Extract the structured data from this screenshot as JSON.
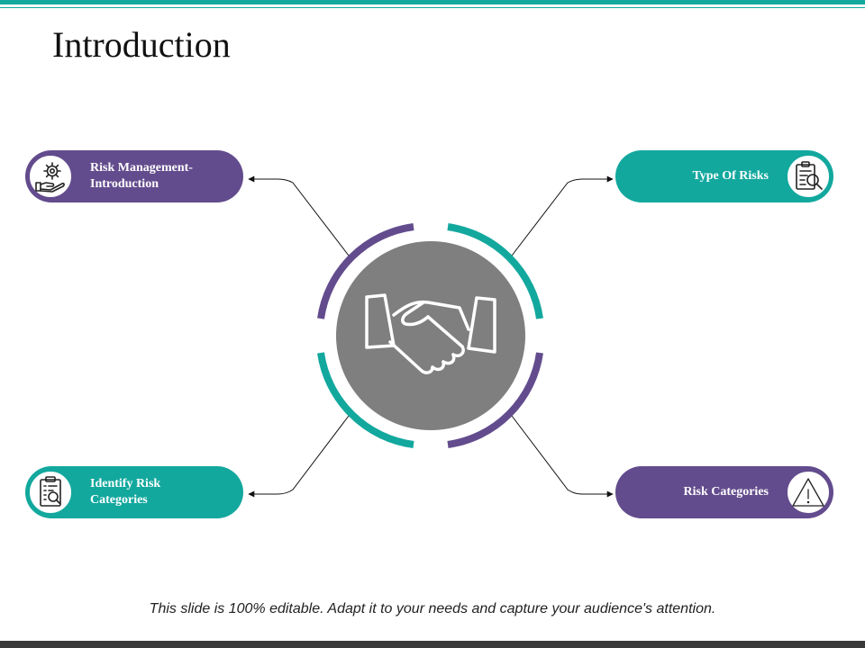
{
  "slide": {
    "title": "Introduction",
    "footer": "This slide is 100% editable. Adapt it to your needs and capture your audience's attention."
  },
  "colors": {
    "teal": "#13a89e",
    "purple": "#634c8d",
    "center_circle": "#7f7f7f",
    "bottom_bar": "#3a3a3a"
  },
  "center": {
    "icon": "handshake-icon"
  },
  "items": [
    {
      "label": "Risk Management-\nIntroduction",
      "icon": "gear-hand-icon",
      "color": "#634c8d"
    },
    {
      "label": "Type Of Risks",
      "icon": "clipboard-search-icon",
      "color": "#13a89e"
    },
    {
      "label": "Identify Risk\nCategories",
      "icon": "clipboard-list-search-icon",
      "color": "#13a89e"
    },
    {
      "label": "Risk Categories",
      "icon": "warning-triangle-icon",
      "color": "#634c8d"
    }
  ]
}
